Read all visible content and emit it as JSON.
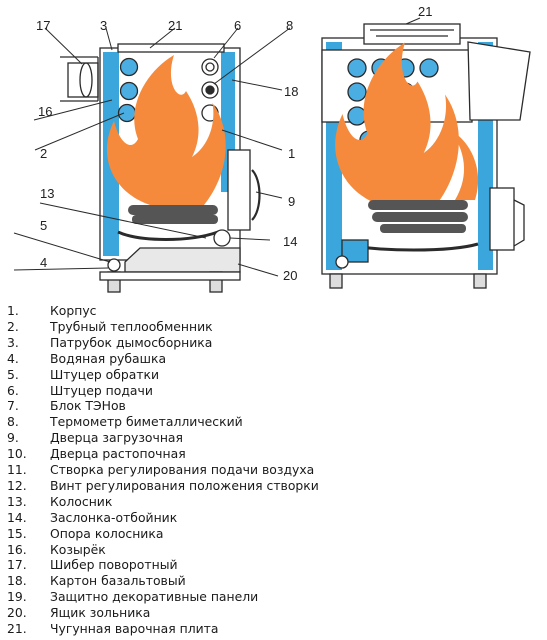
{
  "colors": {
    "jacket": "#3aa6dc",
    "flame": "#f58a3c",
    "pipe": "#4aaee3",
    "outline": "#2b2b2b",
    "log": "#555555",
    "ash_pan": "#e8e8e8"
  },
  "callouts": {
    "c1": "1",
    "c2": "2",
    "c3": "3",
    "c4": "4",
    "c5": "5",
    "c6": "6",
    "c8": "8",
    "c9": "9",
    "c13": "13",
    "c14": "14",
    "c16": "16",
    "c17": "17",
    "c18": "18",
    "c20": "20",
    "c21_left": "21",
    "c21_right": "21"
  },
  "legend": [
    {
      "num": "1.",
      "text": "Корпус"
    },
    {
      "num": "2.",
      "text": "Трубный теплообменник"
    },
    {
      "num": "3.",
      "text": "Патрубок дымосборника"
    },
    {
      "num": "4.",
      "text": "Водяная рубашка"
    },
    {
      "num": "5.",
      "text": "Штуцер обратки"
    },
    {
      "num": "6.",
      "text": "Штуцер подачи"
    },
    {
      "num": "7.",
      "text": "Блок ТЭНов"
    },
    {
      "num": "8.",
      "text": "Термометр биметаллический"
    },
    {
      "num": "9.",
      "text": "Дверца загрузочная"
    },
    {
      "num": "10.",
      "text": "Дверца растопочная"
    },
    {
      "num": "11.",
      "text": "Створка регулирования подачи воздуха"
    },
    {
      "num": "12.",
      "text": "Винт регулирования положения створки"
    },
    {
      "num": "13.",
      "text": "Колосник"
    },
    {
      "num": "14.",
      "text": "Заслонка-отбойник"
    },
    {
      "num": "15.",
      "text": "Опора колосника"
    },
    {
      "num": "16.",
      "text": "Козырёк"
    },
    {
      "num": "17.",
      "text": "Шибер поворотный"
    },
    {
      "num": "18.",
      "text": "Картон базальтовый"
    },
    {
      "num": "19.",
      "text": "Защитно декоративные панели"
    },
    {
      "num": "20.",
      "text": "Ящик зольника"
    },
    {
      "num": "21.",
      "text": "Чугунная варочная плита"
    }
  ]
}
